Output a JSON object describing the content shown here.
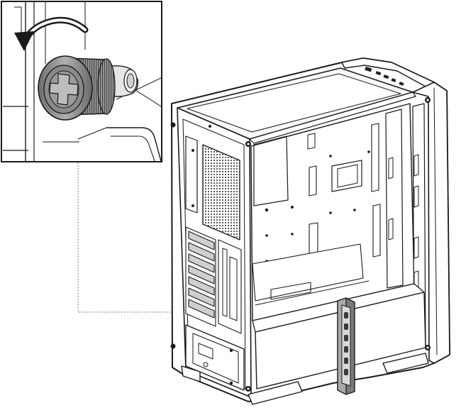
{
  "figure": {
    "background": "#ffffff",
    "line_color": "#1a1a1a",
    "fill_light": "#f2f2f2",
    "fill_mid": "#bdbdbd",
    "fill_dark": "#555555",
    "components": [
      {
        "name": "pc-case",
        "icon": "computer-case-icon"
      },
      {
        "name": "thumbscrew-detail-inset",
        "icon": "thumbscrew-icon"
      },
      {
        "name": "rotation-arrow",
        "icon": "counterclockwise-arrow-icon"
      },
      {
        "name": "gpu-support-bracket",
        "icon": "bracket-icon"
      }
    ]
  }
}
